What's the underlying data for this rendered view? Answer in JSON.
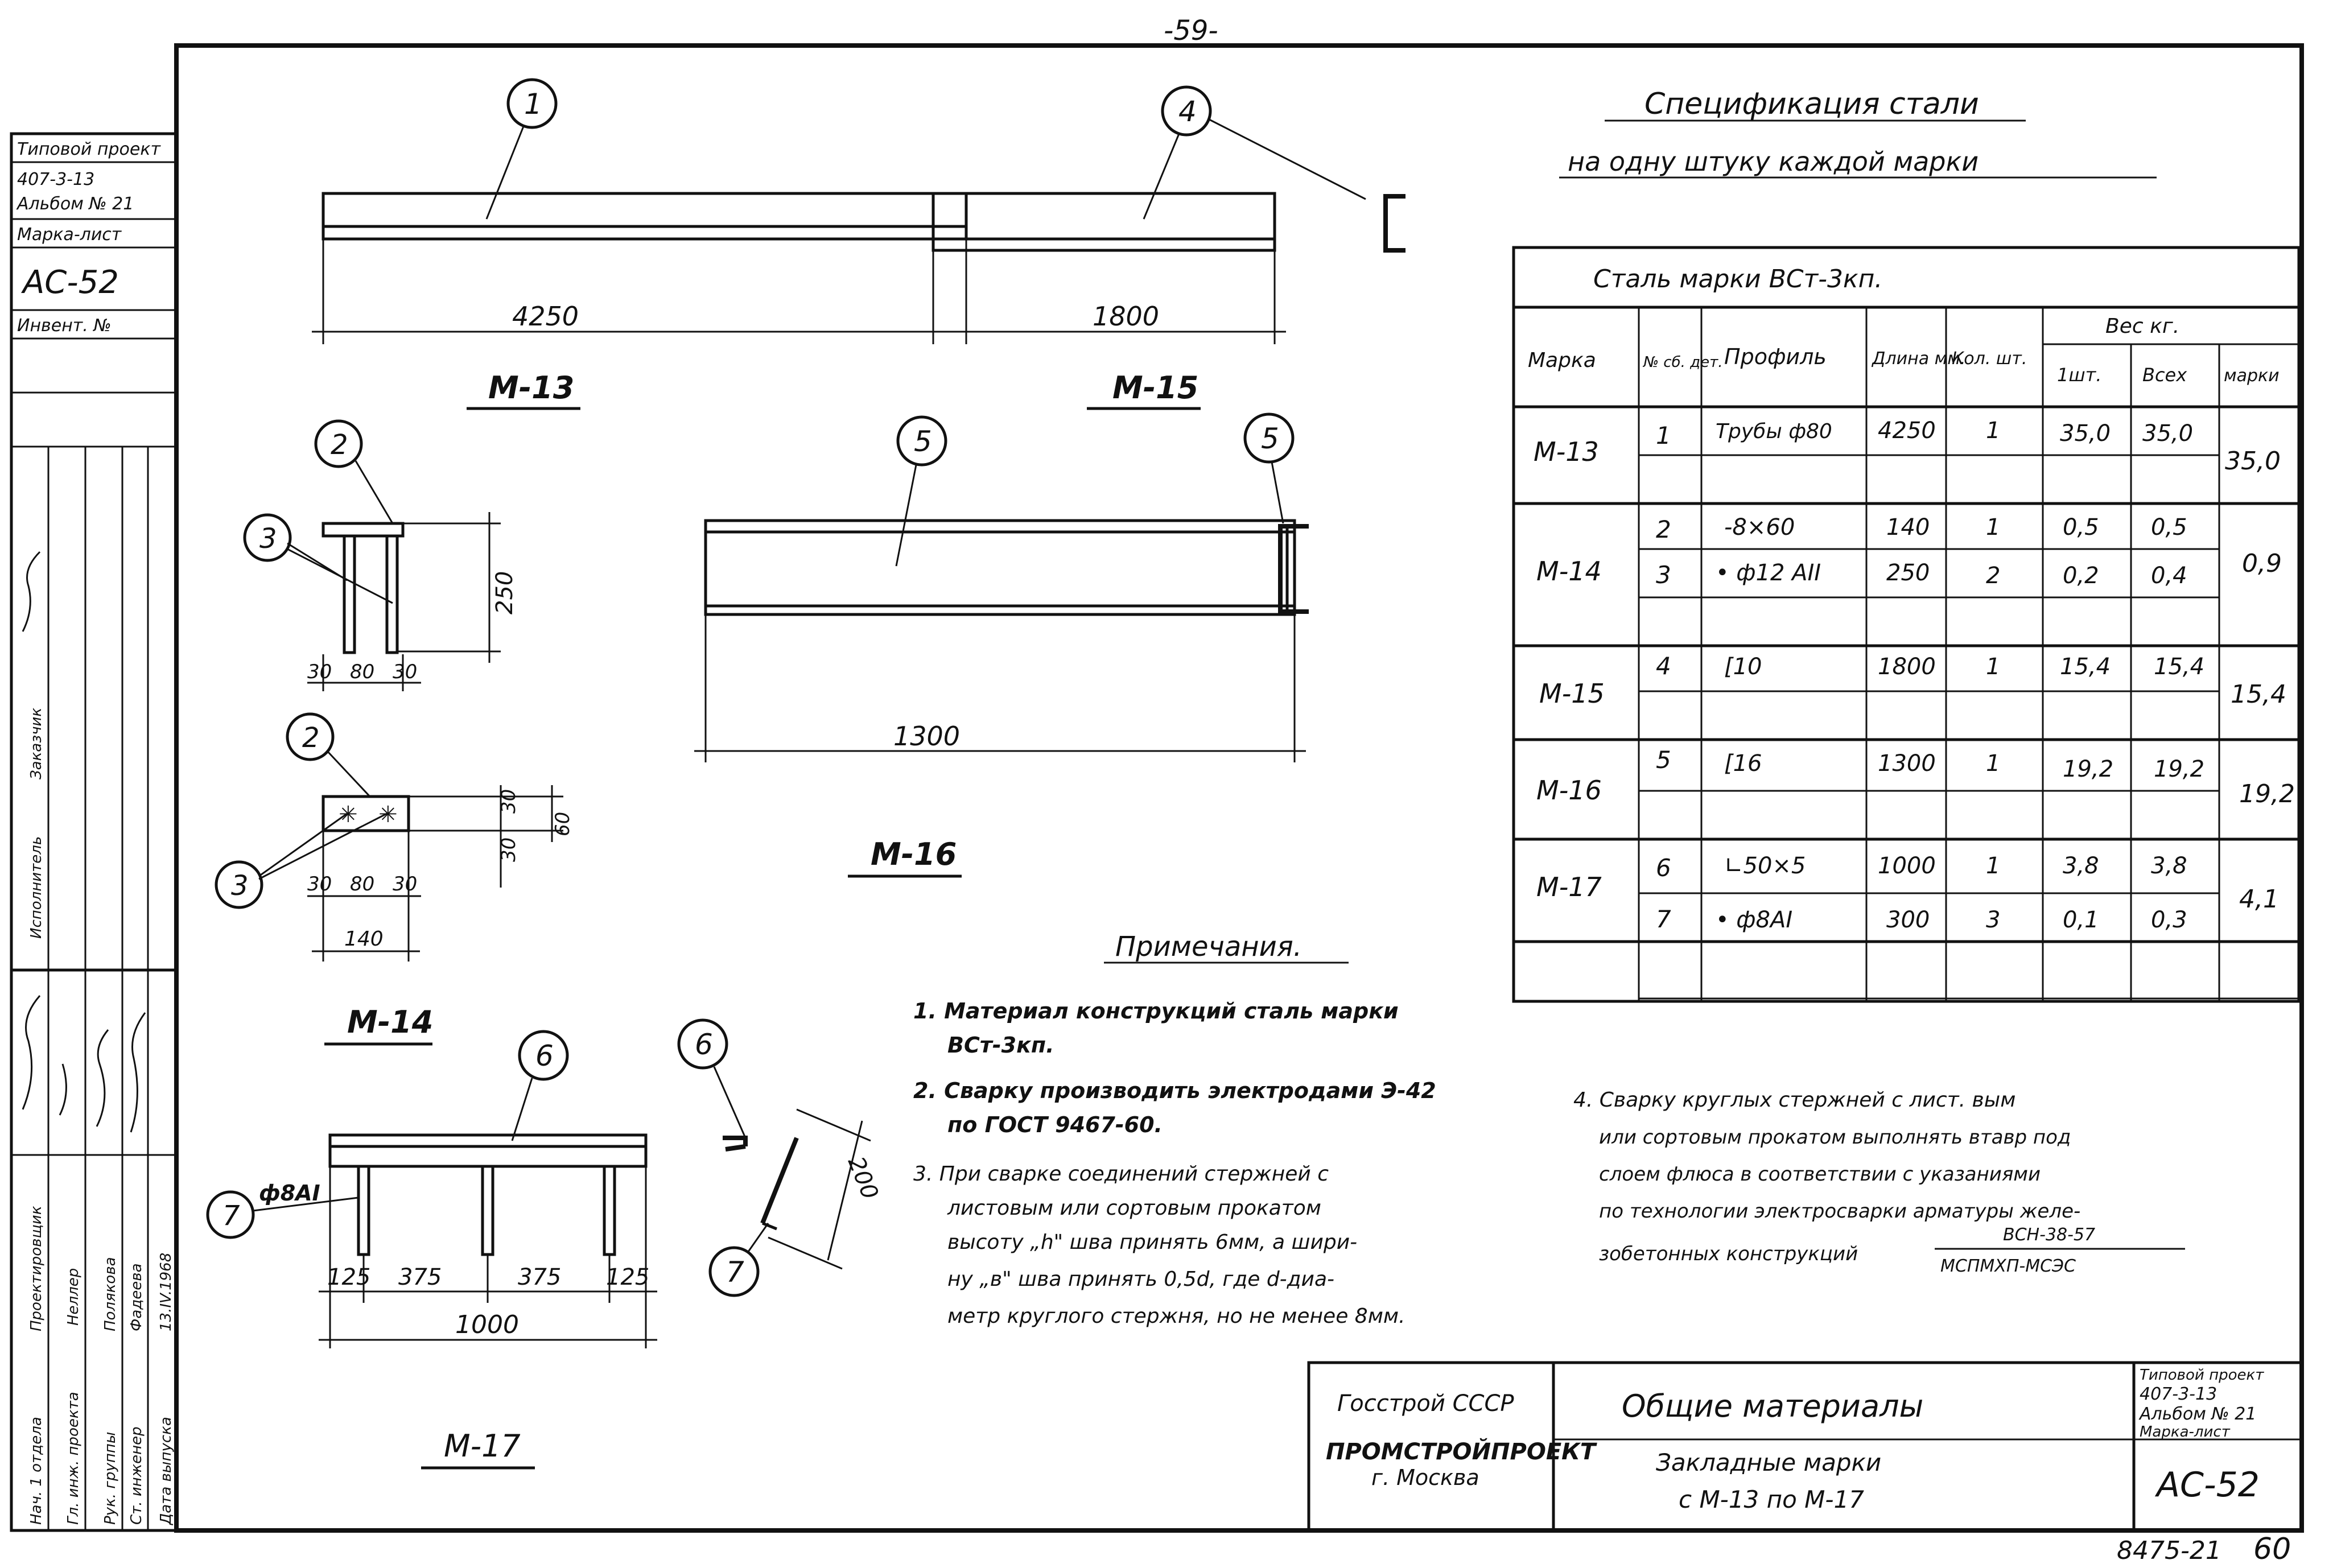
{
  "page_number": "-59-",
  "sheet_code": "8475-21",
  "sheet_number": "60",
  "left_stamp": {
    "project_label": "Типовой проект",
    "project_code": "407-3-13",
    "album": "Альбом № 21",
    "sheet_label": "Марка-лист",
    "sheet_mark": "АС-52",
    "inv_label": "Инвент. №",
    "roles": {
      "head": "Нач. 1 отдела",
      "chief_eng": "Гл. инж. проекта",
      "group_lead": "Рук. группы",
      "senior_eng": "Ст. инженер",
      "issue_date": "Дата выпуска",
      "designer": "Проектировщик",
      "executor": "Исполнитель",
      "customer": "Заказчик"
    },
    "names": {
      "chief_eng": "Неллер",
      "group_lead": "Полякова",
      "senior_eng": "Фадеева",
      "issue_date": "13.IV.1968"
    }
  },
  "title_block": {
    "org1": "Госстрой СССР",
    "org2": "ПРОМСТРОЙПРОЕКТ",
    "city": "г. Москва",
    "title": "Общие материалы",
    "subtitle_1": "Закладные марки",
    "subtitle_2": "с М-13 по М-17",
    "project_label": "Типовой проект",
    "project_code": "407-3-13",
    "album": "Альбом № 21",
    "sheet_label": "Марка-лист",
    "sheet_mark": "АС-52"
  },
  "drawings": {
    "m13": {
      "callout": "1",
      "length": "4250",
      "label": "М-13"
    },
    "m15": {
      "callout": "4",
      "length": "1800",
      "label": "М-15"
    },
    "m14": {
      "callout_plate": "2",
      "callout_bar": "3",
      "callout_plate_2": "2",
      "callout_bar_2": "3",
      "height": "250",
      "w1": "30",
      "w2": "80",
      "w3": "30",
      "pw1": "30",
      "pw2": "80",
      "pw3": "30",
      "plate_width": "140",
      "h1": "30",
      "h2": "30",
      "h3": "60",
      "label": "М-14"
    },
    "m16": {
      "callout": "5",
      "callout_section": "5",
      "length": "1300",
      "label": "М-16"
    },
    "m17": {
      "callout_angle": "6",
      "callout_bar": "7",
      "callout_angle_section": "6",
      "callout_bar_section": "7",
      "bar_label": "ф8АI",
      "d1": "125",
      "d2": "375",
      "d3": "375",
      "d4": "125",
      "total": "1000",
      "section_len": "200",
      "label": "М-17"
    }
  },
  "spec": {
    "title": "Спецификация стали",
    "subtitle": "на одну штуку каждой марки",
    "steel": "Сталь марки ВСт-3кп.",
    "headers": {
      "mark": "Марка",
      "part_no": "№ сб. дет.",
      "profile": "Профиль",
      "length": "Длина мм.",
      "qty": "Кол. шт.",
      "weight": "Вес кг.",
      "w_one": "1шт.",
      "w_all": "Всех",
      "w_mark": "марки"
    },
    "groups": [
      {
        "mark": "М-13",
        "total": "35,0",
        "rows": [
          {
            "no": "1",
            "profile": "Трубы ф80",
            "length": "4250",
            "qty": "1",
            "w1": "35,0",
            "wall": "35,0"
          }
        ]
      },
      {
        "mark": "М-14",
        "total": "0,9",
        "rows": [
          {
            "no": "2",
            "profile": "-8×60",
            "length": "140",
            "qty": "1",
            "w1": "0,5",
            "wall": "0,5"
          },
          {
            "no": "3",
            "profile": "• ф12 АII",
            "length": "250",
            "qty": "2",
            "w1": "0,2",
            "wall": "0,4"
          }
        ]
      },
      {
        "mark": "М-15",
        "total": "15,4",
        "rows": [
          {
            "no": "4",
            "profile": "[10",
            "length": "1800",
            "qty": "1",
            "w1": "15,4",
            "wall": "15,4"
          }
        ]
      },
      {
        "mark": "М-16",
        "total": "19,2",
        "rows": [
          {
            "no": "5",
            "profile": "[16",
            "length": "1300",
            "qty": "1",
            "w1": "19,2",
            "wall": "19,2"
          }
        ]
      },
      {
        "mark": "М-17",
        "total": "4,1",
        "rows": [
          {
            "no": "6",
            "profile": "∟50×5",
            "length": "1000",
            "qty": "1",
            "w1": "3,8",
            "wall": "3,8"
          },
          {
            "no": "7",
            "profile": "• ф8АI",
            "length": "300",
            "qty": "3",
            "w1": "0,1",
            "wall": "0,3"
          }
        ]
      }
    ]
  },
  "notes": {
    "title": "Примечания.",
    "n1a": "1. Материал конструкций сталь марки",
    "n1b": "ВСт-3кп.",
    "n2a": "2. Сварку производить электродами Э-42",
    "n2b": "по ГОСТ 9467-60.",
    "n3a": "3. При сварке соединений стержней с",
    "n3b": "листовым или сортовым прокатом",
    "n3c": "высоту „h\" шва принять 6мм, а шири-",
    "n3d": "ну „в\" шва принять 0,5d, где d-диа-",
    "n3e": "метр круглого стержня, но не менее 8мм.",
    "n4a": "4. Сварку круглых стержней с лист. вым",
    "n4b": "или сортовым прокатом выполнять втавр под",
    "n4c": "слоем флюса в соответствии с указаниями",
    "n4d": "по технологии электросварки арматуры желе-",
    "n4e": "зобетонных конструкций",
    "n4_num": "ВСН-38-57",
    "n4_den": "МСПМХП-МСЭС"
  }
}
